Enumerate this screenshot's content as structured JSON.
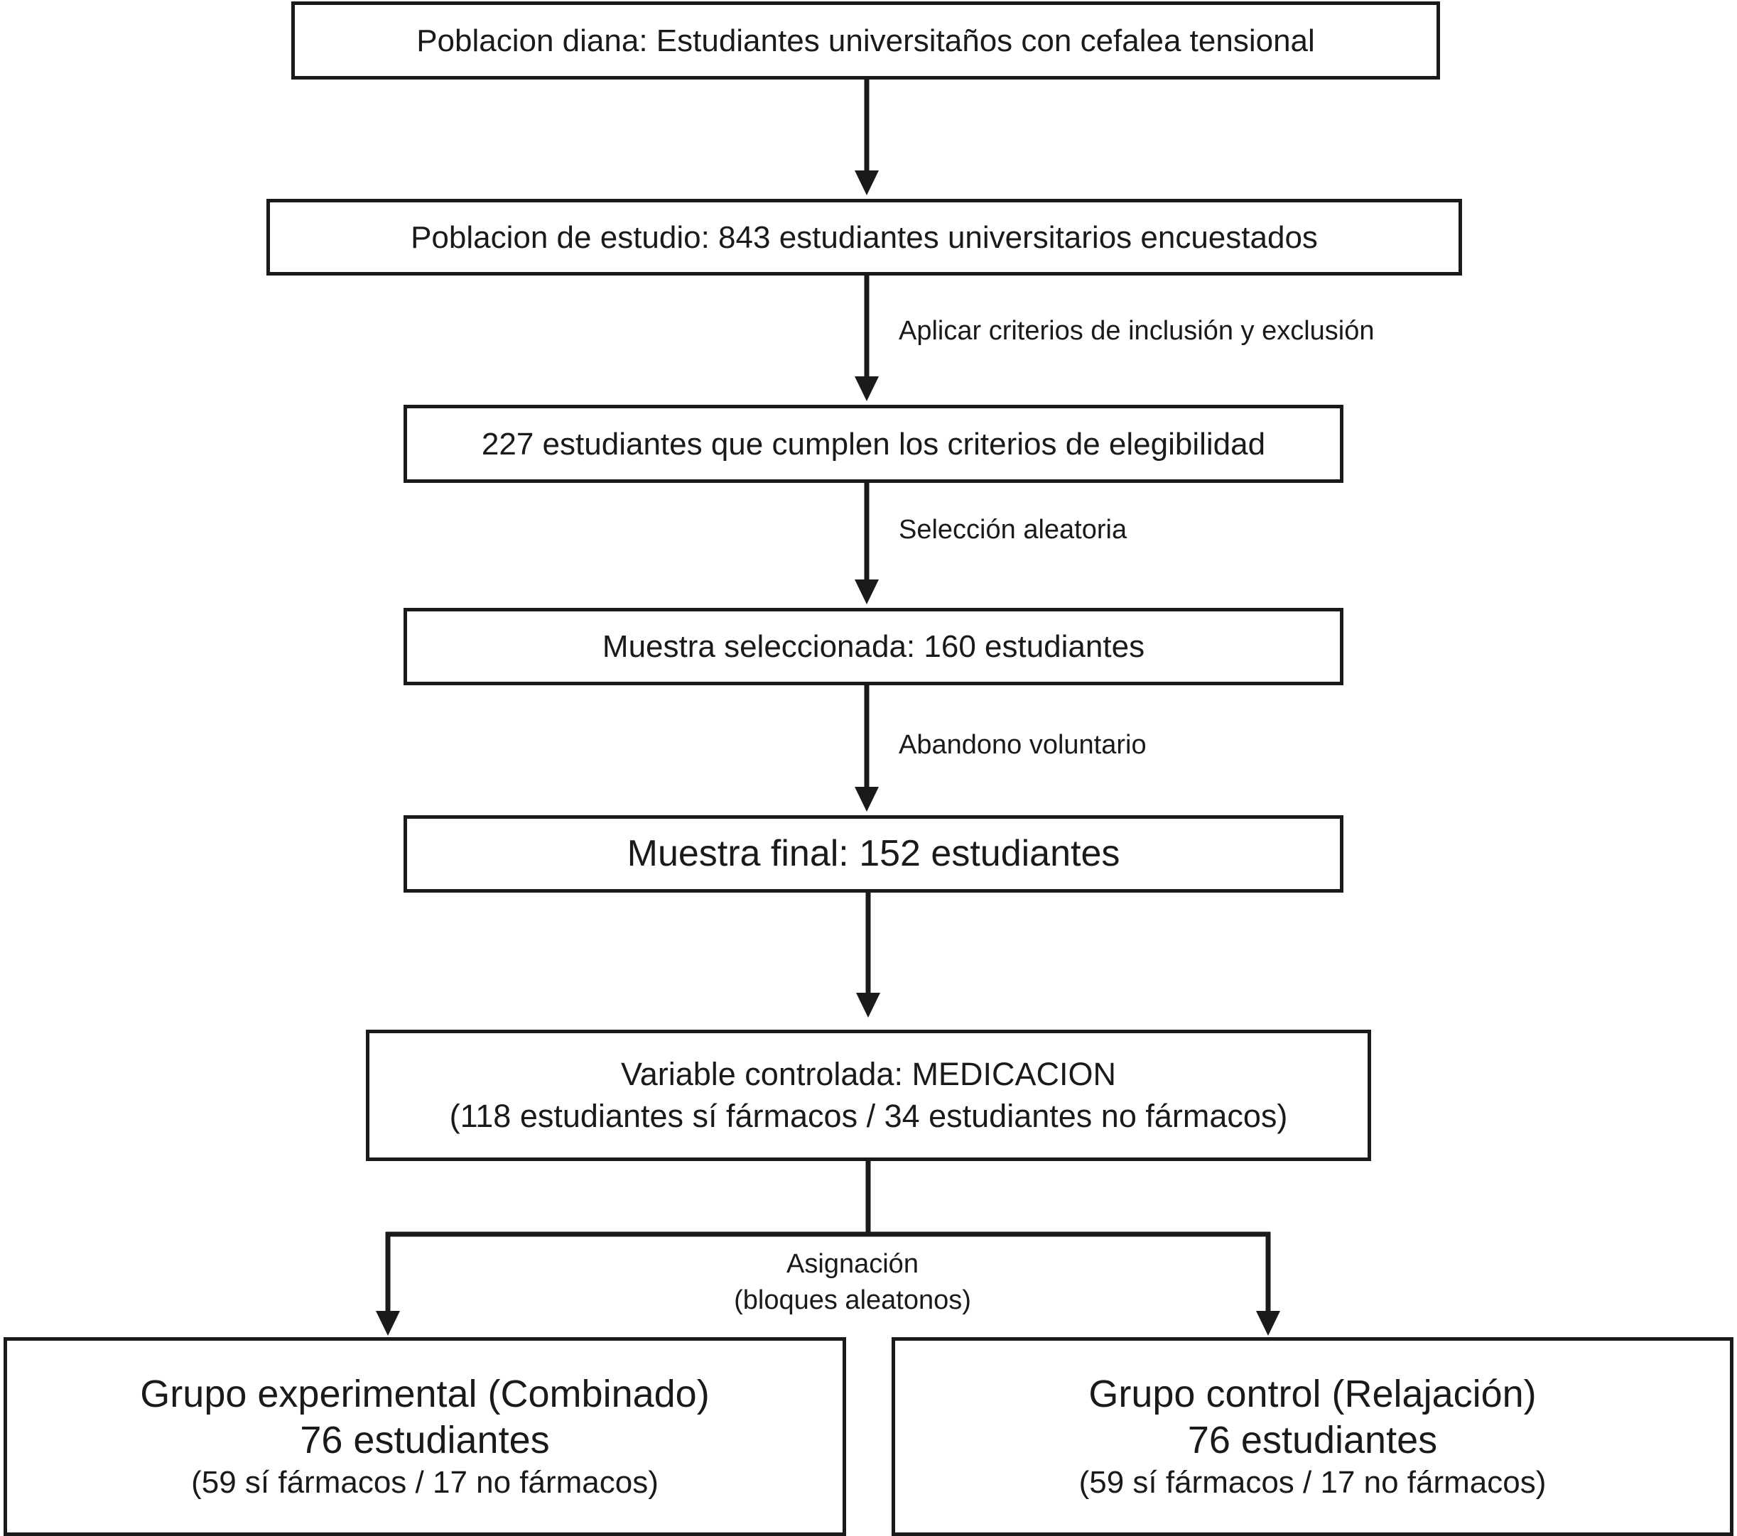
{
  "nodes": {
    "target_population": "Poblacion diana: Estudiantes universitaños con cefalea tensional",
    "study_population": "Poblacion de estudio: 843 estudiantes universitarios encuestados",
    "eligible": "227 estudiantes que cumplen los criterios de elegibilidad",
    "selected_sample": "Muestra seleccionada: 160 estudiantes",
    "final_sample": "Muestra final: 152 estudiantes",
    "controlled_variable": {
      "line1": "Variable controlada: MEDICACION",
      "line2": "(118 estudiantes sí fármacos / 34 estudiantes no fármacos)"
    },
    "experimental_group": {
      "title": "Grupo experimental (Combinado)",
      "count": "76 estudiantes",
      "detail": "(59 sí fármacos / 17 no fármacos)"
    },
    "control_group": {
      "title": "Grupo control (Relajación)",
      "count": "76 estudiantes",
      "detail": "(59 sí fármacos / 17 no fármacos)"
    }
  },
  "edge_labels": {
    "apply_criteria": "Aplicar criterios de inclusión y exclusión",
    "random_selection": "Selección aleatoria",
    "voluntary_dropout": "Abandono voluntario",
    "assignment_line1": "Asignación",
    "assignment_line2": "(bloques aleatonos)"
  },
  "colors": {
    "stroke": "#1a1a1a",
    "background": "#ffffff"
  }
}
